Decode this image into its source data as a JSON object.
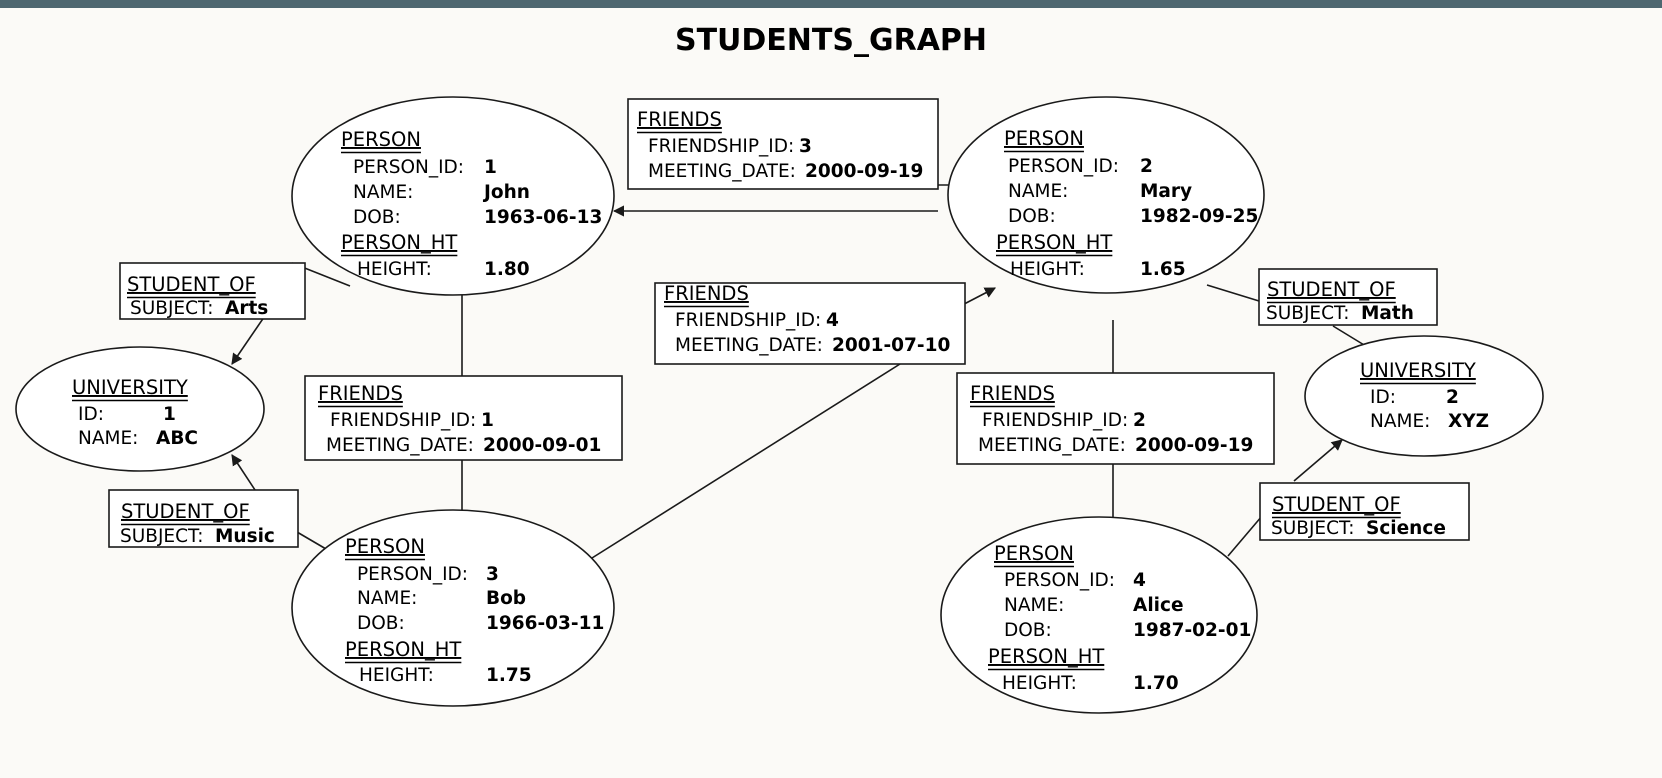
{
  "page": {
    "title": "STUDENTS_GRAPH",
    "background_color": "#fbfaf7",
    "topbar_color": "#4e6770",
    "ink_color": "#1a1a1a"
  },
  "graph": {
    "type": "property-graph",
    "nodes": [
      {
        "id": "person1",
        "shape": "ellipse",
        "labels": [
          "PERSON",
          "PERSON_HT"
        ],
        "rows": [
          {
            "key": "PERSON_ID:",
            "value": "1"
          },
          {
            "key": "NAME:",
            "value": "John"
          },
          {
            "key": "DOB:",
            "value": "1963-06-13"
          },
          {
            "key": "HEIGHT:",
            "value": "1.80"
          }
        ]
      },
      {
        "id": "person2",
        "shape": "ellipse",
        "labels": [
          "PERSON",
          "PERSON_HT"
        ],
        "rows": [
          {
            "key": "PERSON_ID:",
            "value": "2"
          },
          {
            "key": "NAME:",
            "value": "Mary"
          },
          {
            "key": "DOB:",
            "value": "1982-09-25"
          },
          {
            "key": "HEIGHT:",
            "value": "1.65"
          }
        ]
      },
      {
        "id": "person3",
        "shape": "ellipse",
        "labels": [
          "PERSON",
          "PERSON_HT"
        ],
        "rows": [
          {
            "key": "PERSON_ID:",
            "value": "3"
          },
          {
            "key": "NAME:",
            "value": "Bob"
          },
          {
            "key": "DOB:",
            "value": "1966-03-11"
          },
          {
            "key": "HEIGHT:",
            "value": "1.75"
          }
        ]
      },
      {
        "id": "person4",
        "shape": "ellipse",
        "labels": [
          "PERSON",
          "PERSON_HT"
        ],
        "rows": [
          {
            "key": "PERSON_ID:",
            "value": "4"
          },
          {
            "key": "NAME:",
            "value": "Alice"
          },
          {
            "key": "DOB:",
            "value": "1987-02-01"
          },
          {
            "key": "HEIGHT:",
            "value": "1.70"
          }
        ]
      },
      {
        "id": "university1",
        "shape": "ellipse",
        "labels": [
          "UNIVERSITY"
        ],
        "rows": [
          {
            "key": "ID:",
            "value": "1"
          },
          {
            "key": "NAME:",
            "value": "ABC"
          }
        ]
      },
      {
        "id": "university2",
        "shape": "ellipse",
        "labels": [
          "UNIVERSITY"
        ],
        "rows": [
          {
            "key": "ID:",
            "value": "2"
          },
          {
            "key": "NAME:",
            "value": "XYZ"
          }
        ]
      }
    ],
    "edges": [
      {
        "id": "friends3",
        "shape": "box",
        "label": "FRIENDS",
        "from": "person2",
        "to": "person1",
        "rows": [
          {
            "key": "FRIENDSHIP_ID:",
            "value": "3"
          },
          {
            "key": "MEETING_DATE:",
            "value": "2000-09-19"
          }
        ]
      },
      {
        "id": "friends4",
        "shape": "box",
        "label": "FRIENDS",
        "from": "person3",
        "to": "person2",
        "rows": [
          {
            "key": "FRIENDSHIP_ID:",
            "value": "4"
          },
          {
            "key": "MEETING_DATE:",
            "value": "2001-07-10"
          }
        ]
      },
      {
        "id": "friends1",
        "shape": "box",
        "label": "FRIENDS",
        "from": "person1",
        "to": "person3",
        "rows": [
          {
            "key": "FRIENDSHIP_ID:",
            "value": "1"
          },
          {
            "key": "MEETING_DATE:",
            "value": "2000-09-01"
          }
        ]
      },
      {
        "id": "friends2",
        "shape": "box",
        "label": "FRIENDS",
        "from": "person2",
        "to": "person4",
        "rows": [
          {
            "key": "FRIENDSHIP_ID:",
            "value": "2"
          },
          {
            "key": "MEETING_DATE:",
            "value": "2000-09-19"
          }
        ]
      },
      {
        "id": "student_of_arts",
        "shape": "box",
        "label": "STUDENT_OF",
        "from": "person1",
        "to": "university1",
        "rows": [
          {
            "key": "SUBJECT:",
            "value": "Arts"
          }
        ]
      },
      {
        "id": "student_of_music",
        "shape": "box",
        "label": "STUDENT_OF",
        "from": "person3",
        "to": "university1",
        "rows": [
          {
            "key": "SUBJECT:",
            "value": "Music"
          }
        ]
      },
      {
        "id": "student_of_math",
        "shape": "box",
        "label": "STUDENT_OF",
        "from": "person2",
        "to": "university2",
        "rows": [
          {
            "key": "SUBJECT:",
            "value": "Math"
          }
        ]
      },
      {
        "id": "student_of_science",
        "shape": "box",
        "label": "STUDENT_OF",
        "from": "person4",
        "to": "university2",
        "rows": [
          {
            "key": "SUBJECT:",
            "value": "Science"
          }
        ]
      }
    ]
  }
}
